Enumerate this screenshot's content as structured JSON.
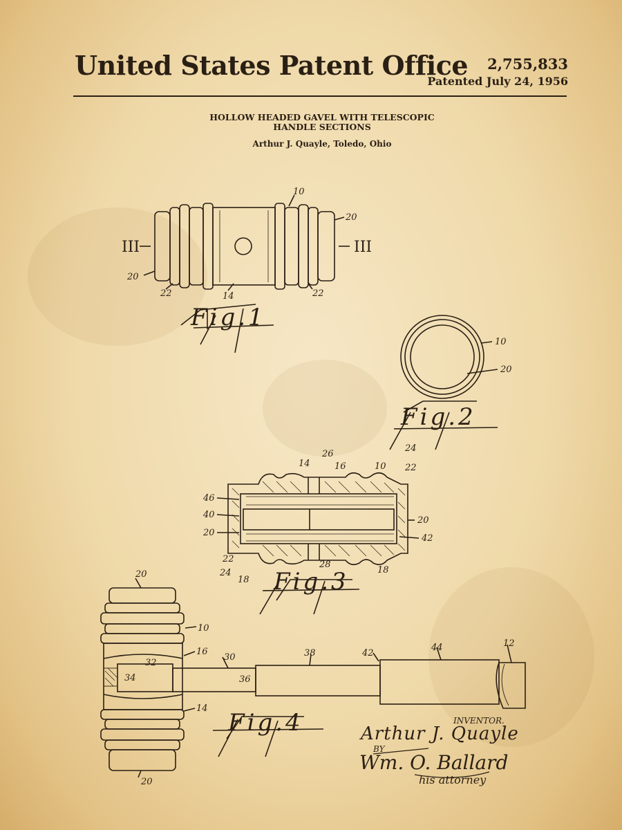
{
  "header": {
    "office": "United States Patent Office",
    "patent_number": "2,755,833",
    "patent_date": "Patented July 24, 1956"
  },
  "title": {
    "line1": "HOLLOW HEADED GAVEL WITH TELESCOPIC",
    "line2": "HANDLE SECTIONS"
  },
  "inventor_line": "Arthur J. Quayle, Toledo, Ohio",
  "figures": {
    "fig1": "Fig.1",
    "fig2": "Fig.2",
    "fig3": "Fig.3",
    "fig4": "Fig.4"
  },
  "section_marks": {
    "left": "III",
    "right": "III"
  },
  "ref_labels": {
    "fig1": [
      "10",
      "20",
      "20",
      "22",
      "14",
      "22"
    ],
    "fig2": [
      "10",
      "20"
    ],
    "fig3": [
      "14",
      "26",
      "16",
      "10",
      "24",
      "22",
      "46",
      "40",
      "20",
      "20",
      "42",
      "22",
      "24",
      "18",
      "28",
      "18"
    ],
    "fig4": [
      "20",
      "10",
      "16",
      "30",
      "38",
      "42",
      "44",
      "12",
      "32",
      "34",
      "36",
      "14",
      "20"
    ]
  },
  "signature": {
    "inventor_label": "INVENTOR.",
    "inventor_name": "Arthur J. Quayle",
    "by": "BY",
    "attorney_name": "Wm. O. Ballard",
    "attorney_role": "his attorney"
  }
}
